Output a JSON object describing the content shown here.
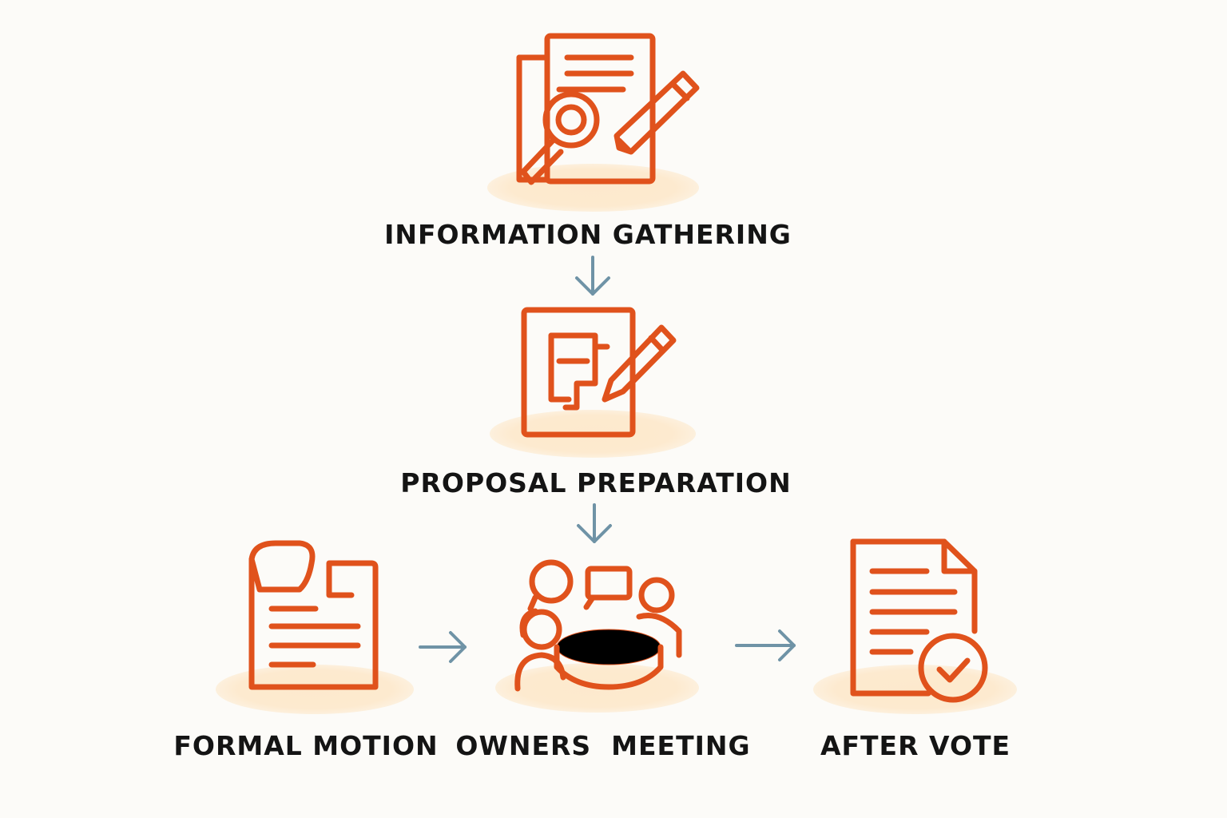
{
  "colors": {
    "icon": "#e0521c",
    "arrow": "#6f93a6",
    "text": "#141414",
    "glow": "#fde9cd"
  },
  "stages": {
    "information": {
      "label": "INFORMATION GATHERING",
      "icon": "document-search-pencil-icon"
    },
    "proposal": {
      "label": "PROPOSAL PREPARATION",
      "icon": "draft-pencil-icon"
    },
    "motion": {
      "label": "FORMAL MOTION",
      "icon": "document-flag-icon"
    },
    "meeting": {
      "label": "OWNERS  MEETING",
      "icon": "meeting-table-icon"
    },
    "after": {
      "label": "AFTER VOTE",
      "icon": "document-check-icon"
    }
  },
  "arrows": [
    {
      "from": "information",
      "to": "proposal",
      "icon": "arrow-down-icon"
    },
    {
      "from": "proposal",
      "to": "meeting",
      "icon": "arrow-down-icon"
    },
    {
      "from": "motion",
      "to": "meeting",
      "icon": "arrow-right-icon"
    },
    {
      "from": "meeting",
      "to": "after",
      "icon": "arrow-right-icon"
    }
  ]
}
